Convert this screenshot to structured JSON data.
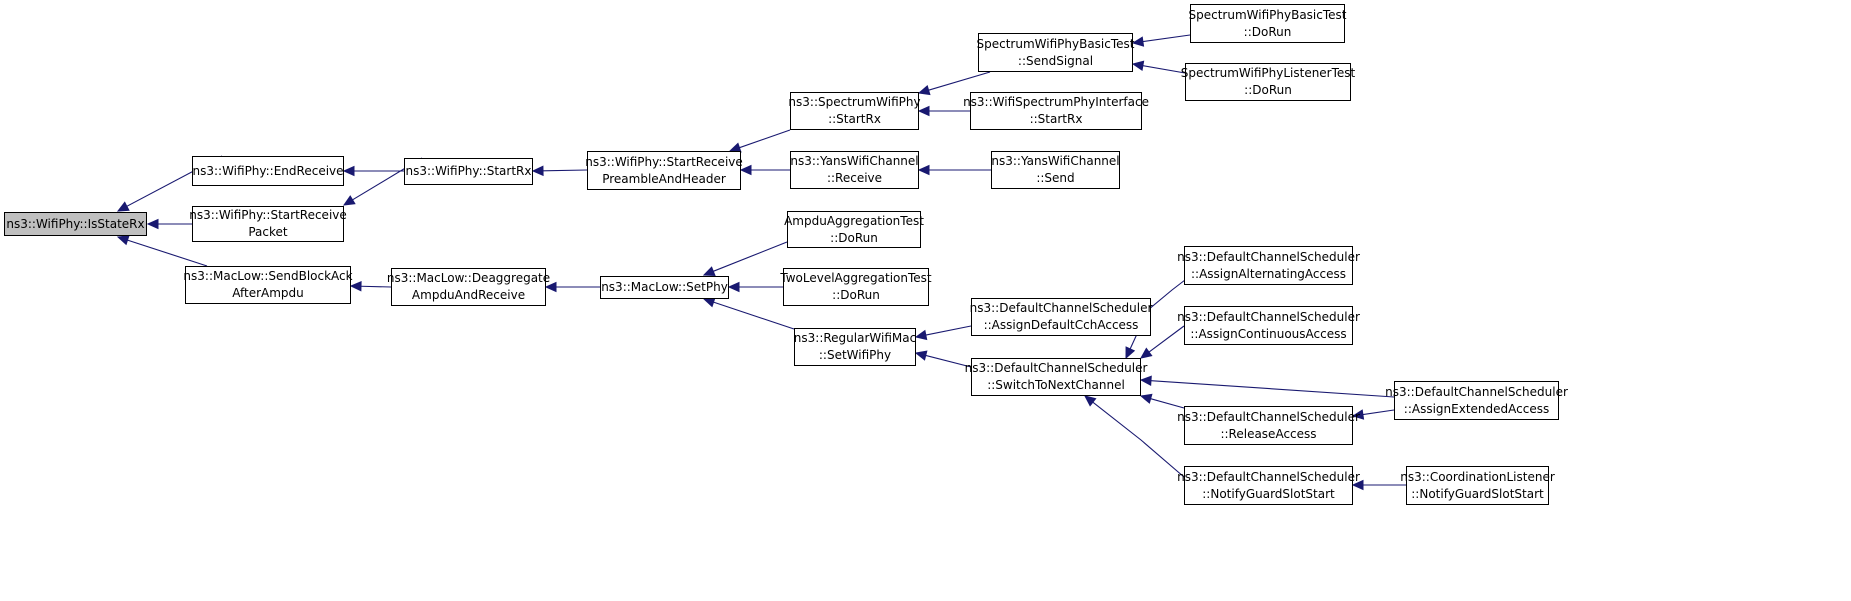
{
  "colors": {
    "edge": "#191970",
    "current_fill": "#bfbfbf",
    "node_fill": "#ffffff",
    "border": "#000000"
  },
  "nodes": {
    "is_state_rx": {
      "lines": [
        "ns3::WifiPhy::IsStateRx"
      ],
      "current": true
    },
    "end_receive": {
      "lines": [
        "ns3::WifiPhy::EndReceive"
      ]
    },
    "start_receive_packet": {
      "lines": [
        "ns3::WifiPhy::StartReceive",
        "Packet"
      ]
    },
    "send_block_ack": {
      "lines": [
        "ns3::MacLow::SendBlockAck",
        "AfterAmpdu"
      ]
    },
    "wifiphy_start_rx": {
      "lines": [
        "ns3::WifiPhy::StartRx"
      ]
    },
    "deaggregate": {
      "lines": [
        "ns3::MacLow::Deaggregate",
        "AmpduAndReceive"
      ]
    },
    "start_receive_preamble": {
      "lines": [
        "ns3::WifiPhy::StartReceive",
        "PreambleAndHeader"
      ]
    },
    "maclow_setphy": {
      "lines": [
        "ns3::MacLow::SetPhy"
      ]
    },
    "spectrum_start_rx": {
      "lines": [
        "ns3::SpectrumWifiPhy",
        "::StartRx"
      ]
    },
    "yans_receive": {
      "lines": [
        "ns3::YansWifiChannel",
        "::Receive"
      ]
    },
    "ampdu_test": {
      "lines": [
        "AmpduAggregationTest",
        "::DoRun"
      ]
    },
    "twolevel_test": {
      "lines": [
        "TwoLevelAggregationTest",
        "::DoRun"
      ]
    },
    "regular_setwifiphy": {
      "lines": [
        "ns3::RegularWifiMac",
        "::SetWifiPhy"
      ]
    },
    "basic_send_signal": {
      "lines": [
        "SpectrumWifiPhyBasicTest",
        "::SendSignal"
      ]
    },
    "wifi_spectrum_iface": {
      "lines": [
        "ns3::WifiSpectrumPhyInterface",
        "::StartRx"
      ]
    },
    "yans_send": {
      "lines": [
        "ns3::YansWifiChannel",
        "::Send"
      ]
    },
    "assign_default_cch": {
      "lines": [
        "ns3::DefaultChannelScheduler",
        "::AssignDefaultCchAccess"
      ]
    },
    "switch_next_channel": {
      "lines": [
        "ns3::DefaultChannelScheduler",
        "::SwitchToNextChannel"
      ]
    },
    "basic_test_dorun": {
      "lines": [
        "SpectrumWifiPhyBasicTest",
        "::DoRun"
      ]
    },
    "listener_test_dorun": {
      "lines": [
        "SpectrumWifiPhyListenerTest",
        "::DoRun"
      ]
    },
    "assign_alternating": {
      "lines": [
        "ns3::DefaultChannelScheduler",
        "::AssignAlternatingAccess"
      ]
    },
    "assign_continuous": {
      "lines": [
        "ns3::DefaultChannelScheduler",
        "::AssignContinuousAccess"
      ]
    },
    "release_access": {
      "lines": [
        "ns3::DefaultChannelScheduler",
        "::ReleaseAccess"
      ]
    },
    "notify_guard_slot": {
      "lines": [
        "ns3::DefaultChannelScheduler",
        "::NotifyGuardSlotStart"
      ]
    },
    "assign_extended": {
      "lines": [
        "ns3::DefaultChannelScheduler",
        "::AssignExtendedAccess"
      ]
    },
    "coord_notify_guard": {
      "lines": [
        "ns3::CoordinationListener",
        "::NotifyGuardSlotStart"
      ]
    }
  }
}
